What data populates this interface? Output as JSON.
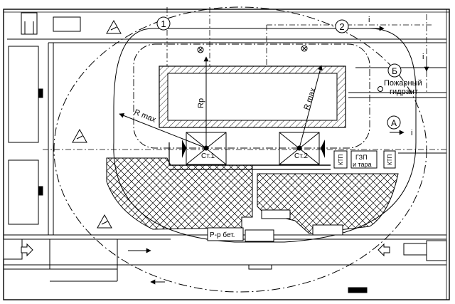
{
  "colors": {
    "line": "#000000",
    "paper": "#ffffff",
    "roadGrey": "#bdbdbd"
  },
  "axes": {
    "axis1": "1",
    "axis2": "2",
    "axisA": "А",
    "axisB": "Б"
  },
  "cranes": {
    "crane1": "Ст.1",
    "crane2": "Ст.2"
  },
  "radii": {
    "rp": "Rp",
    "rmax_left": "R max",
    "rmax_right": "R max"
  },
  "hydrant": {
    "line1": "Пожарный",
    "line2": "гидрант"
  },
  "slope": {
    "top": "i",
    "right_upper": "i",
    "right_lower": "i"
  },
  "sheds": {
    "ktp1": "КТП",
    "gzp_line1": "ГЗП",
    "gzp_line2": "и тара",
    "ktp2": "КТП"
  },
  "mortar": {
    "label": "Р-р бет."
  }
}
